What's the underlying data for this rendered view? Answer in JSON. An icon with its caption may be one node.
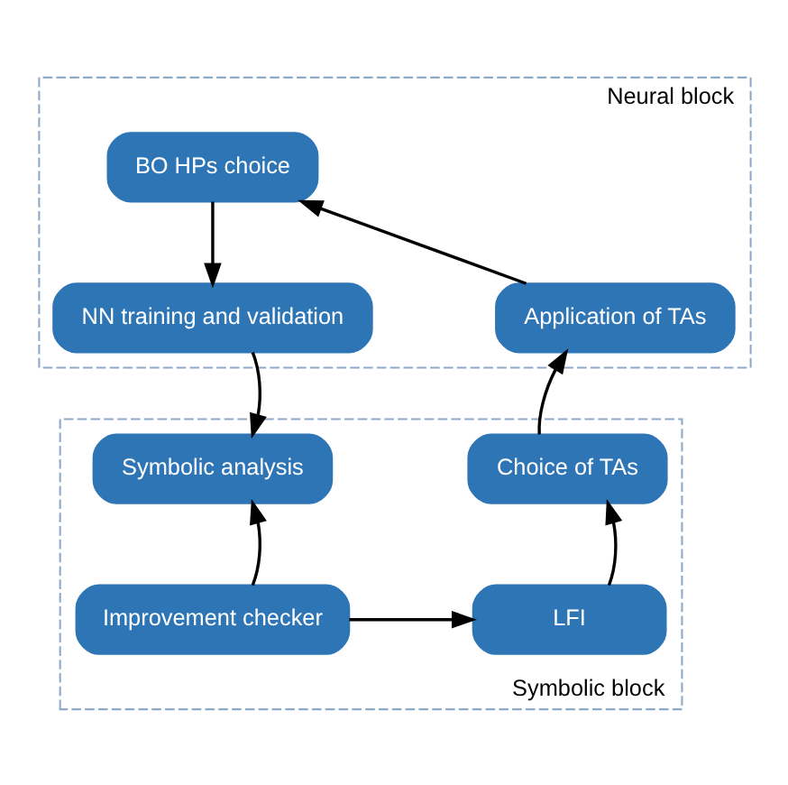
{
  "diagram": {
    "nodes": [
      {
        "text": [
          "Neural block"
        ]
      },
      {
        "text": [
          "BO HPs choice"
        ],
        "in": 0
      },
      {
        "text": [
          "Application of TAs"
        ],
        "in": 0
      },
      {
        "text": [
          "NN training and validation"
        ],
        "in": 0
      },
      {
        "text": [
          "Symbolic block"
        ]
      },
      {
        "text": [
          "Choice of TAs"
        ],
        "in": 4
      },
      {
        "text": [
          "Symbolic analysis"
        ],
        "in": 4
      },
      {
        "text": [
          "LFI"
        ],
        "in": 4
      },
      {
        "text": [
          "Improvement checker"
        ],
        "in": 4
      }
    ],
    "edges": [
      {
        "from": 1,
        "to": 3,
        "arrow": "to"
      },
      {
        "from": 3,
        "to": 6,
        "arrow": "to"
      },
      {
        "from": 8,
        "to": 6,
        "arrow": "to"
      },
      {
        "from": 8,
        "to": 7,
        "arrow": "to"
      },
      {
        "from": 7,
        "to": 5,
        "arrow": "to"
      },
      {
        "from": 5,
        "to": 2,
        "arrow": "to"
      },
      {
        "from": 2,
        "to": 1,
        "arrow": "to"
      }
    ]
  }
}
